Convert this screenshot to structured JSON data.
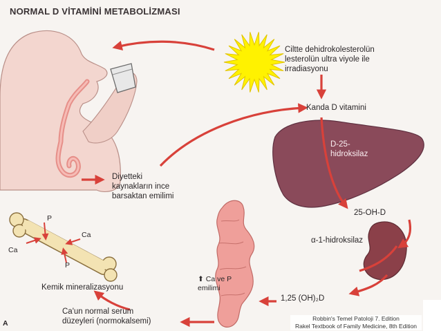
{
  "title": "NORMAL D VİTAMİNİ METABOLİZMASI",
  "labels": {
    "uv_line1": "Ciltte dehidrokolesterolün",
    "uv_line2": "lesterolün ultra viyole ile",
    "uv_line3": "irradiasyonu",
    "blood_vitd": "Kanda D vitamini",
    "diet_line1": "Diyetteki",
    "diet_line2": "kaynakların ince",
    "diet_line3": "barsaktan emilimi",
    "liver_enzyme_line1": "D-25-",
    "liver_enzyme_line2": "hidroksilaz",
    "oh_d": "25-OH-D",
    "kidney_enzyme": "α-1-hidroksilaz",
    "calcitriol": "1,25 (OH)₂D",
    "ca_p_line1": "Ca ve P",
    "ca_p_line2": "emilimi",
    "bone_p1": "P",
    "bone_ca1": "Ca",
    "bone_ca2": "Ca",
    "bone_p2": "P",
    "mineralization": "Kemik mineralizasyonu",
    "serum_line1": "Ca'un normal serum",
    "serum_line2": "düzeyleri (normokalsemi)",
    "panel_letter": "A"
  },
  "credits": {
    "line1": "Robbin's Temel Patoloji 7. Edition",
    "line2": "Rakel Textbook of Family Medicine, 8th Edition"
  },
  "colors": {
    "arrow": "#d8413a",
    "liver": "#8a4a5a",
    "kidney": "#8b4049",
    "body": "#f3d6cf",
    "intestine": "#ef9f9a",
    "sun": "#fff200",
    "background": "#f7f4f1"
  }
}
